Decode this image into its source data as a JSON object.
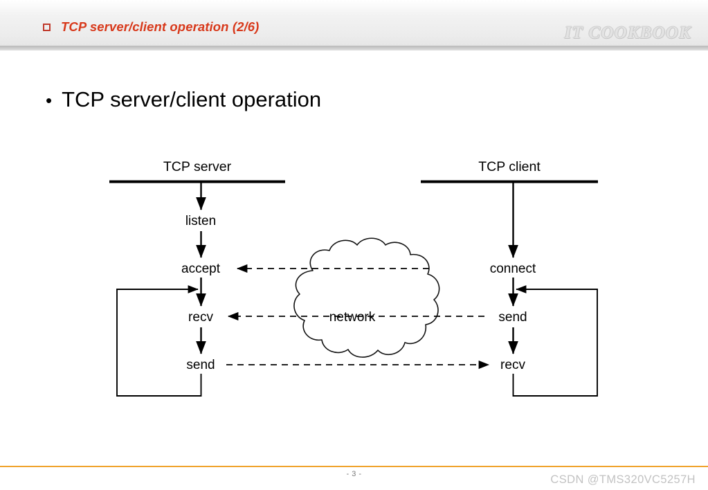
{
  "header": {
    "bullet_icon": "hollow-square-bullet",
    "title": "TCP server/client operation (2/6)",
    "title_color": "#d8391b",
    "brand": "IT COOKBOOK",
    "brand_color": "#e3e3e3"
  },
  "slide": {
    "bullet": "•",
    "title": "TCP server/client operation"
  },
  "diagram": {
    "server": {
      "heading": "TCP server",
      "steps": [
        "listen",
        "accept",
        "recv",
        "send"
      ]
    },
    "client": {
      "heading": "TCP client",
      "steps": [
        "connect",
        "send",
        "recv"
      ]
    },
    "cloud": {
      "label": "network"
    },
    "connections": [
      {
        "from": "client.connect",
        "to": "server.accept",
        "style": "dashed",
        "direction": "right-to-left"
      },
      {
        "from": "client.send",
        "to": "server.recv",
        "style": "dashed",
        "direction": "right-to-left"
      },
      {
        "from": "server.send",
        "to": "client.recv",
        "style": "dashed",
        "direction": "left-to-right"
      }
    ],
    "loops": [
      {
        "side": "server",
        "spans": [
          "recv",
          "send"
        ]
      },
      {
        "side": "client",
        "spans": [
          "send",
          "recv"
        ]
      }
    ]
  },
  "footer": {
    "page_number": "- 3 -",
    "watermark": "CSDN @TMS320VC5257H",
    "rule_color": "#f0a32c"
  }
}
